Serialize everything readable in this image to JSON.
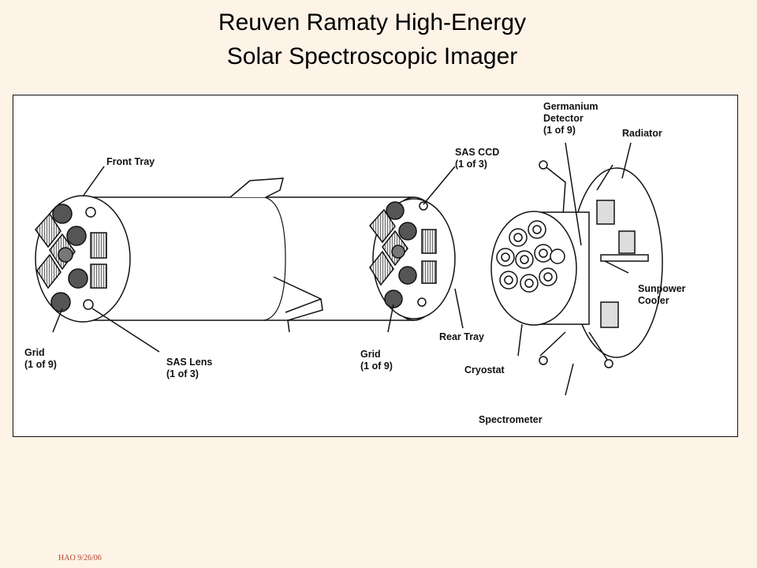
{
  "title": {
    "line1": "Reuven Ramaty High-Energy",
    "line2": "Solar Spectroscopic Imager"
  },
  "diagram": {
    "labels": {
      "front_tray": "Front Tray",
      "sas_ccd": "SAS CCD",
      "sas_ccd_count": "(1 of 3)",
      "germanium_1": "Germanium",
      "germanium_2": "Detector",
      "germanium_count": "(1 of 9)",
      "radiator": "Radiator",
      "grid_front": "Grid",
      "grid_front_count": "(1 of 9)",
      "sas_lens": "SAS Lens",
      "sas_lens_count": "(1 of 3)",
      "grid_rear": "Grid",
      "grid_rear_count": "(1 of 9)",
      "rear_tray": "Rear Tray",
      "sunpower_1": "Sunpower",
      "sunpower_2": "Cooler",
      "cryostat": "Cryostat",
      "spectrometer": "Spectrometer"
    }
  },
  "footer": "HAO 9/26/06"
}
